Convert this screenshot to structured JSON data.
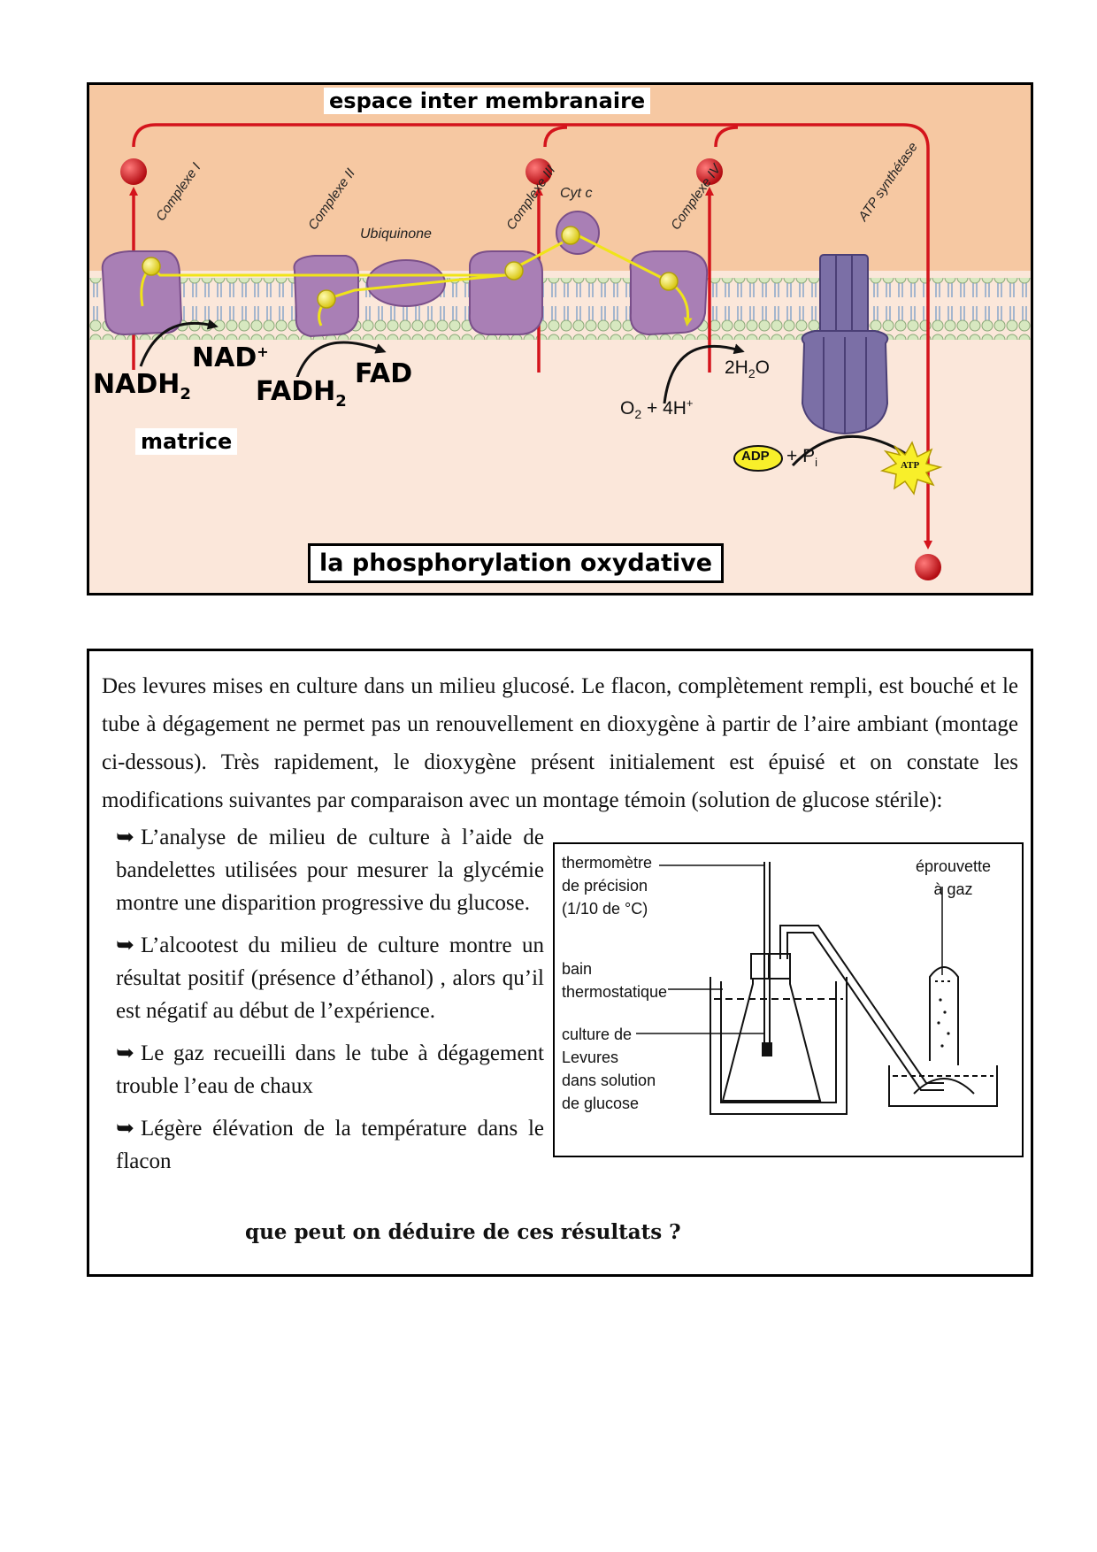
{
  "figure1": {
    "title": "la phosphorylation oxydative",
    "intermembrane_label": "espace inter membranaire",
    "matrix_label": "matrice",
    "complexes": [
      "Complexe I",
      "Complexe II",
      "Complexe III",
      "Complexe IV",
      "ATP synthétase"
    ],
    "ubiquinone": "Ubiquinone",
    "cytc": "Cyt c",
    "proton": "H+",
    "electron": "e-",
    "molecules": {
      "nadh2": "NADH2",
      "nad": "NAD+",
      "fadh2": "FADH2",
      "fad": "FAD",
      "h2o": "2H2O",
      "o2": "O2 + 4H+",
      "adp": "ADP",
      "pi": "+ Pi",
      "atp": "ATP"
    },
    "colors": {
      "intermembrane": "#f6c8a2",
      "matrix": "#fbe7da",
      "proton_arrow": "#d4141c",
      "protein": "#a97fb5",
      "electron_path": "#f5ec2e"
    }
  },
  "text": {
    "intro": "Des levures mises en culture dans un milieu glucosé. Le flacon, complètement rempli, est bouché et le tube à dégagement ne permet pas un renouvellement en dioxygène à partir de l’aire ambiant (montage ci-dessous). Très rapidement, le dioxygène présent initialement est épuisé et on constate les modifications suivantes par comparaison avec un montage témoin (solution de glucose stérile):",
    "bullet_symbol": "➥",
    "bullets": [
      "L’analyse de milieu de culture à l’aide de bandelettes utilisées pour mesurer la glycémie montre une disparition progressive du glucose.",
      "L’alcootest du milieu de culture montre un résultat positif (présence d’éthanol) , alors qu’il est négatif au début de l’expérience.",
      "Le gaz recueilli dans le tube à dégagement trouble l’eau de chaux",
      "Légère élévation de la température dans le flacon"
    ],
    "question": "que peut on déduire de ces résultats ?"
  },
  "figure2": {
    "thermometre": [
      "thermomètre",
      "de précision",
      "(1/10 de °C)"
    ],
    "eprouvette": [
      "éprouvette",
      "à gaz"
    ],
    "bain": [
      "bain",
      "thermostatique"
    ],
    "culture": [
      "culture de",
      "Levures",
      "dans solution",
      "de glucose"
    ]
  }
}
